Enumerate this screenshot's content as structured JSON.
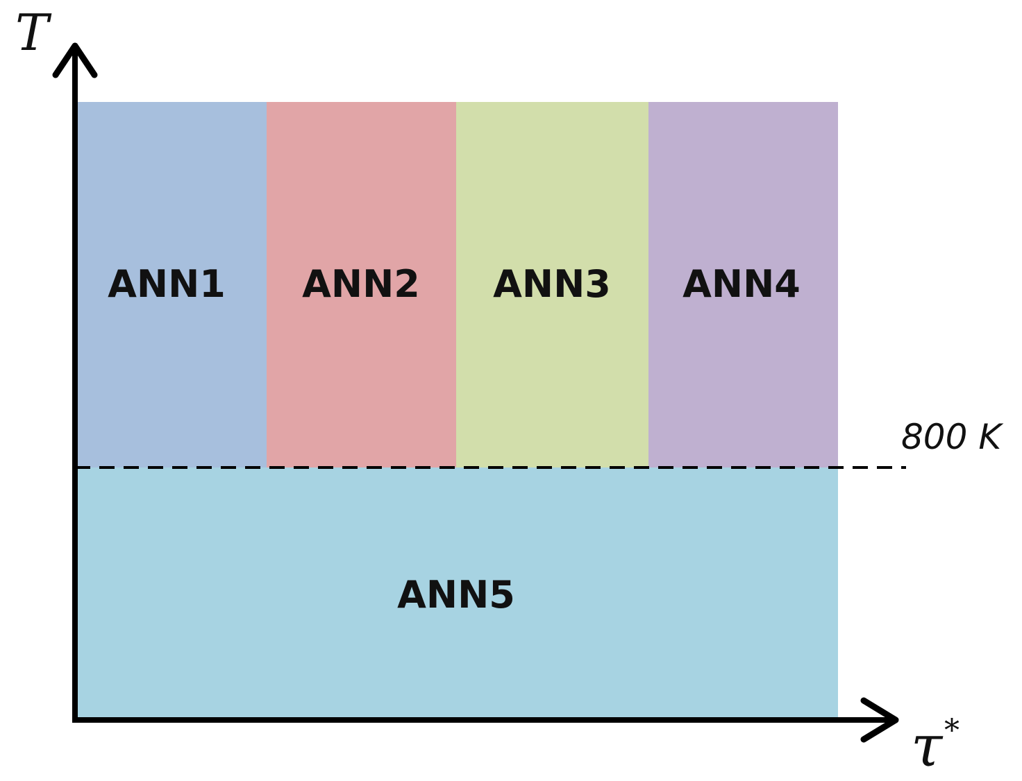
{
  "axes": {
    "y_label": "T",
    "x_label": "τ",
    "x_label_superscript": "*"
  },
  "threshold": {
    "label": "800 K"
  },
  "regions": [
    {
      "id": "ann1",
      "label": "ANN1",
      "color": "#a7bfdd"
    },
    {
      "id": "ann2",
      "label": "ANN2",
      "color": "#e1a5a7"
    },
    {
      "id": "ann3",
      "label": "ANN3",
      "color": "#d2deab"
    },
    {
      "id": "ann4",
      "label": "ANN4",
      "color": "#bfb0d0"
    },
    {
      "id": "ann5",
      "label": "ANN5",
      "color": "#a7d3e2"
    }
  ],
  "colors": {
    "axis": "#000000",
    "dashed_line": "#000000"
  }
}
